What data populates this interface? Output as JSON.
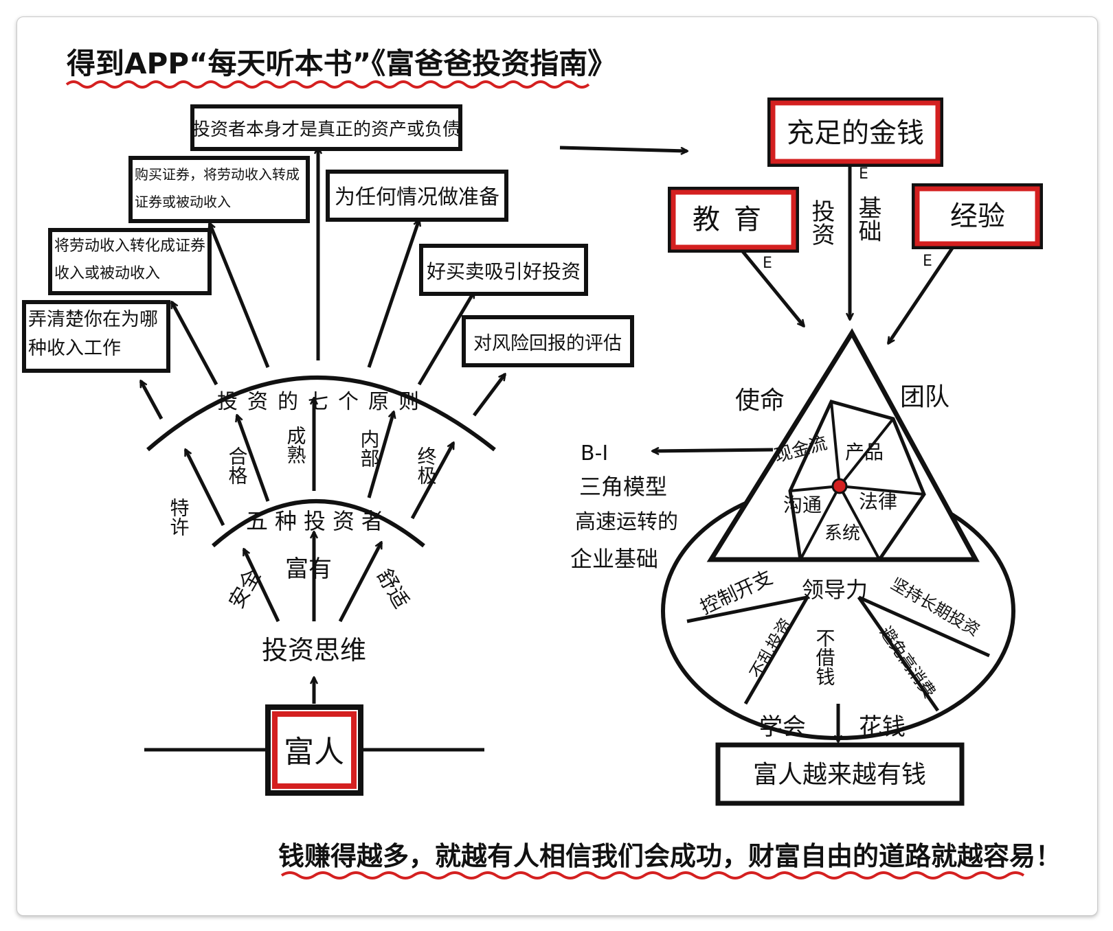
{
  "title": "得到APP“每天听本书”《富爸爸投资指南》",
  "left": {
    "root": "富人",
    "mindset": "投资思维",
    "goals": [
      "安全",
      "富有",
      "舒适"
    ],
    "five_investors_label": "五种投资者",
    "investor_types": [
      "特许",
      "合格",
      "成熟",
      "内部",
      "终极"
    ],
    "seven_principles_label": "投资的七个原则",
    "principles": [
      "弄清楚你在为哪种收入工作",
      "将劳动收入转化成证券收入或被动收入",
      "购买证券，将劳动收入转成证券或被动收入",
      "投资者本身才是真正的资产或负债",
      "为任何情况做准备",
      "好买卖吸引好投资",
      "对风险回报的评估"
    ]
  },
  "right": {
    "top_box": "充足的金钱",
    "left_box": "教育",
    "right_box": "经验",
    "center_label_left": "投资",
    "center_label_right": "基础",
    "e_labels": [
      "E",
      "E",
      "E"
    ],
    "triangle_left_side": "使命",
    "triangle_right_side": "团队",
    "inner_items": [
      "现金流",
      "产品",
      "沟通",
      "法律",
      "系统"
    ],
    "bi_label": "B-I",
    "bi_text": [
      "三角模型",
      "高速运转的",
      "企业基础"
    ],
    "leadership": "领导力",
    "ellipse_items": [
      "控制开支",
      "不乱投资",
      "不借钱",
      "避免高消费",
      "坚持长期投资"
    ],
    "bottom_left": "学会",
    "bottom_right": "花钱",
    "result_box": "富人越来越有钱"
  },
  "footer": "钱赚得越多，就越有人相信我们会成功，财富自由的道路就越容易！",
  "colors": {
    "ink": "#111111",
    "accent": "#d42020"
  }
}
